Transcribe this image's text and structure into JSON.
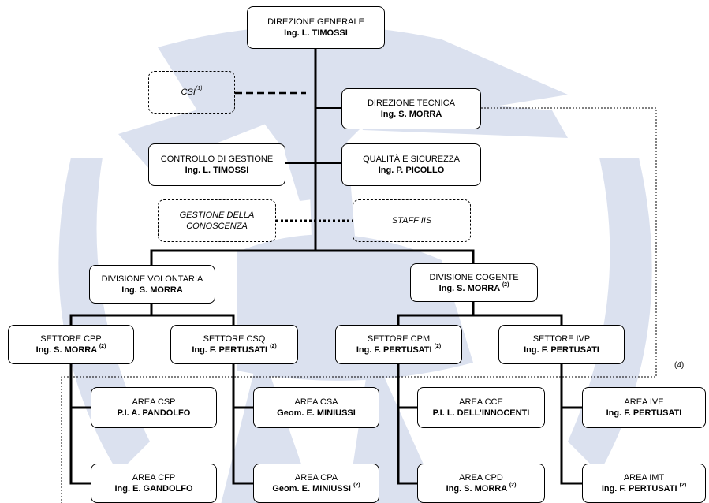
{
  "colors": {
    "line": "#000000",
    "watermark": "#cfd7ea",
    "box_fill": "#ffffff"
  },
  "nodes": {
    "dg": {
      "title": "DIREZIONE GENERALE",
      "name": "Ing. L. TIMOSSI"
    },
    "csi": {
      "title": "CSI",
      "sup": "(1)"
    },
    "dt": {
      "title": "DIREZIONE TECNICA",
      "name": "Ing. S. MORRA"
    },
    "cdg": {
      "title": "CONTROLLO DI GESTIONE",
      "name": "Ing. L. TIMOSSI"
    },
    "qs": {
      "title": "QUALITÀ E SICUREZZA",
      "name": "Ing. P. PICOLLO"
    },
    "gc": {
      "title": "GESTIONE DELLA CONOSCENZA"
    },
    "staff": {
      "title": "STAFF IIS"
    },
    "dv": {
      "title": "DIVISIONE VOLONTARIA",
      "name": "Ing. S. MORRA"
    },
    "dc": {
      "title": "DIVISIONE COGENTE",
      "name": "Ing. S. MORRA",
      "sup": "(2)"
    },
    "cpp": {
      "title": "SETTORE CPP",
      "name": "Ing. S. MORRA",
      "sup": "(2)"
    },
    "csq": {
      "title": "SETTORE CSQ",
      "name": "Ing. F. PERTUSATI",
      "sup": "(2)"
    },
    "cpm": {
      "title": "SETTORE CPM",
      "name": "Ing. F. PERTUSATI",
      "sup": "(2)"
    },
    "ivp": {
      "title": "SETTORE IVP",
      "name": "Ing. F. PERTUSATI"
    },
    "csp": {
      "title": "AREA CSP",
      "name": "P.I. A. PANDOLFO"
    },
    "cfp": {
      "title": "AREA CFP",
      "name": "Ing. E. GANDOLFO"
    },
    "csa": {
      "title": "AREA CSA",
      "name": "Geom. E. MINIUSSI"
    },
    "cpa": {
      "title": "AREA CPA",
      "name": "Geom. E. MINIUSSI",
      "sup": "(2)"
    },
    "cce": {
      "title": "AREA CCE",
      "name": "P.I. L. DELL’INNOCENTI"
    },
    "cpd": {
      "title": "AREA CPD",
      "name": "Ing. S. MORRA",
      "sup": "(2)"
    },
    "ive": {
      "title": "AREA IVE",
      "name": "Ing. F. PERTUSATI"
    },
    "imt": {
      "title": "AREA IMT",
      "name": "Ing. F. PERTUSATI",
      "sup": "(2)"
    }
  },
  "note": "(4)"
}
